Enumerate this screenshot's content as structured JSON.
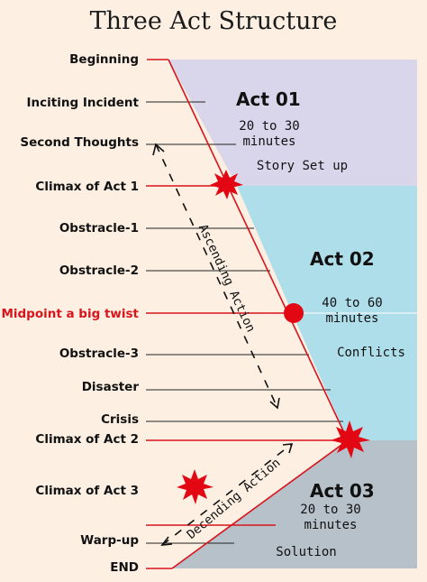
{
  "title": "Three Act Structure",
  "labels": {
    "beginning": "Beginning",
    "inciting": "Inciting Incident",
    "second": "Second Thoughts",
    "climax1": "Climax of Act 1",
    "obstacle1": "Obstracle-1",
    "obstacle2": "Obstracle-2",
    "midpoint": "Midpoint a big twist",
    "obstacle3": "Obstracle-3",
    "disaster": "Disaster",
    "crisis": "Crisis",
    "climax2": "Climax of Act 2",
    "climax3": "Climax of Act 3",
    "warpup": "Warp-up",
    "end": "END"
  },
  "acts": {
    "act1": {
      "title": "Act 01",
      "duration_line1": "20 to 30",
      "duration_line2": "minutes",
      "subtitle": "Story Set up"
    },
    "act2": {
      "title": "Act 02",
      "duration_line1": "40 to 60",
      "duration_line2": "minutes",
      "subtitle": "Conflicts"
    },
    "act3": {
      "title": "Act 03",
      "duration_line1": "20 to 30",
      "duration_line2": "minutes",
      "subtitle": "Solution"
    }
  },
  "arrows": {
    "ascending": "Ascending Action",
    "descending": "Decending Action"
  },
  "colors": {
    "background": "#fdf0e3",
    "act1": "#d9d6ec",
    "act2": "#aedeea",
    "act3": "#b7c1c9",
    "red": "#d8141c"
  }
}
